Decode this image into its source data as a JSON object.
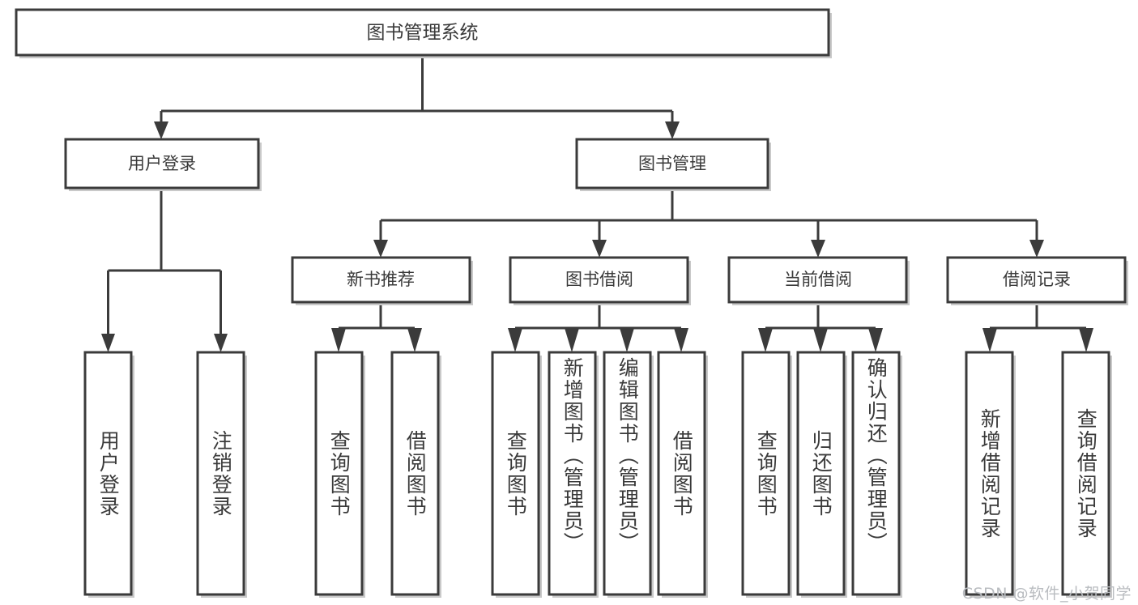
{
  "page": {
    "title": "图书管理系统 功能结构图",
    "background_color": "#ffffff",
    "line_color": "#3b3b3b",
    "text_color": "#3a3a3a",
    "watermark": "CSDN @软件_小贺同学",
    "watermark_color": "#b9bcc0"
  },
  "chart_data": {
    "type": "diagram",
    "diagram_kind": "tree / functional structure chart",
    "title": "图书管理系统",
    "orientation": "top-down",
    "root": {
      "id": "root",
      "label": "图书管理系统",
      "level": 0
    },
    "level1": [
      {
        "id": "n-user-login",
        "label": "用户登录",
        "level": 1,
        "parent": "root"
      },
      {
        "id": "n-book-mgmt",
        "label": "图书管理",
        "level": 1,
        "parent": "root"
      }
    ],
    "level2": [
      {
        "id": "n-new-book-rec",
        "label": "新书推荐",
        "level": 2,
        "parent": "n-book-mgmt"
      },
      {
        "id": "n-book-borrow",
        "label": "图书借阅",
        "level": 2,
        "parent": "n-book-mgmt"
      },
      {
        "id": "n-current-borrow",
        "label": "当前借阅",
        "level": 2,
        "parent": "n-book-mgmt"
      },
      {
        "id": "n-borrow-record",
        "label": "借阅记录",
        "level": 2,
        "parent": "n-borrow-record-parent"
      }
    ],
    "leaves": [
      {
        "id": "l-user-login",
        "label": "用户登录",
        "parent": "n-user-login"
      },
      {
        "id": "l-user-logout",
        "label": "注销登录",
        "parent": "n-user-login"
      },
      {
        "id": "l-rec-query",
        "label": "查询图书",
        "parent": "n-new-book-rec"
      },
      {
        "id": "l-rec-borrow",
        "label": "借阅图书",
        "parent": "n-new-book-rec"
      },
      {
        "id": "l-borrow-query",
        "label": "查询图书",
        "parent": "n-book-borrow"
      },
      {
        "id": "l-borrow-add",
        "label": "新增图书（管理员）",
        "parent": "n-book-borrow"
      },
      {
        "id": "l-borrow-edit",
        "label": "编辑图书（管理员）",
        "parent": "n-book-borrow"
      },
      {
        "id": "l-borrow-do",
        "label": "借阅图书",
        "parent": "n-book-borrow"
      },
      {
        "id": "l-cur-query",
        "label": "查询图书",
        "parent": "n-current-borrow"
      },
      {
        "id": "l-cur-return",
        "label": "归还图书",
        "parent": "n-current-borrow"
      },
      {
        "id": "l-cur-confirm",
        "label": "确认归还（管理员）",
        "parent": "n-current-borrow"
      },
      {
        "id": "l-rec-add",
        "label": "新增借阅记录",
        "parent": "n-borrow-record"
      },
      {
        "id": "l-rec-query-record",
        "label": "查询借阅记录",
        "parent": "n-borrow-record"
      }
    ],
    "edges": [
      {
        "from": "图书管理系统",
        "to": "用户登录"
      },
      {
        "from": "图书管理系统",
        "to": "图书管理"
      },
      {
        "from": "用户登录",
        "to": "用户登录"
      },
      {
        "from": "用户登录",
        "to": "注销登录"
      },
      {
        "from": "图书管理",
        "to": "新书推荐"
      },
      {
        "from": "图书管理",
        "to": "图书借阅"
      },
      {
        "from": "图书管理",
        "to": "当前借阅"
      },
      {
        "from": "图书管理",
        "to": "借阅记录"
      },
      {
        "from": "新书推荐",
        "to": "查询图书"
      },
      {
        "from": "新书推荐",
        "to": "借阅图书"
      },
      {
        "from": "图书借阅",
        "to": "查询图书"
      },
      {
        "from": "图书借阅",
        "to": "新增图书（管理员）"
      },
      {
        "from": "图书借阅",
        "to": "编辑图书（管理员）"
      },
      {
        "from": "图书借阅",
        "to": "借阅图书"
      },
      {
        "from": "当前借阅",
        "to": "查询图书"
      },
      {
        "from": "当前借阅",
        "to": "归还图书"
      },
      {
        "from": "当前借阅",
        "to": "确认归还（管理员）"
      },
      {
        "from": "借阅记录",
        "to": "新增借阅记录"
      },
      {
        "from": "借阅记录",
        "to": "查询借阅记录"
      }
    ]
  },
  "nodes": {
    "root": {
      "label": "图书管理系统"
    },
    "user_login": {
      "label": "用户登录"
    },
    "book_mgmt": {
      "label": "图书管理"
    },
    "new_book_rec": {
      "label": "新书推荐"
    },
    "book_borrow": {
      "label": "图书借阅"
    },
    "current_borrow": {
      "label": "当前借阅"
    },
    "borrow_record": {
      "label": "借阅记录"
    },
    "leaf_user_login": {
      "label": "用户登录"
    },
    "leaf_user_logout": {
      "label": "注销登录"
    },
    "leaf_rec_query_book": {
      "label": "查询图书"
    },
    "leaf_rec_borrow_book": {
      "label": "借阅图书"
    },
    "leaf_borrow_query_book": {
      "label": "查询图书"
    },
    "leaf_borrow_add_book": {
      "label": "新增图书（管理员）"
    },
    "leaf_borrow_edit_book": {
      "label": "编辑图书（管理员）"
    },
    "leaf_borrow_do_book": {
      "label": "借阅图书"
    },
    "leaf_cur_query_book": {
      "label": "查询图书"
    },
    "leaf_cur_return_book": {
      "label": "归还图书"
    },
    "leaf_cur_confirm_return": {
      "label": "确认归还（管理员）"
    },
    "leaf_record_add": {
      "label": "新增借阅记录"
    },
    "leaf_record_query": {
      "label": "查询借阅记录"
    }
  }
}
